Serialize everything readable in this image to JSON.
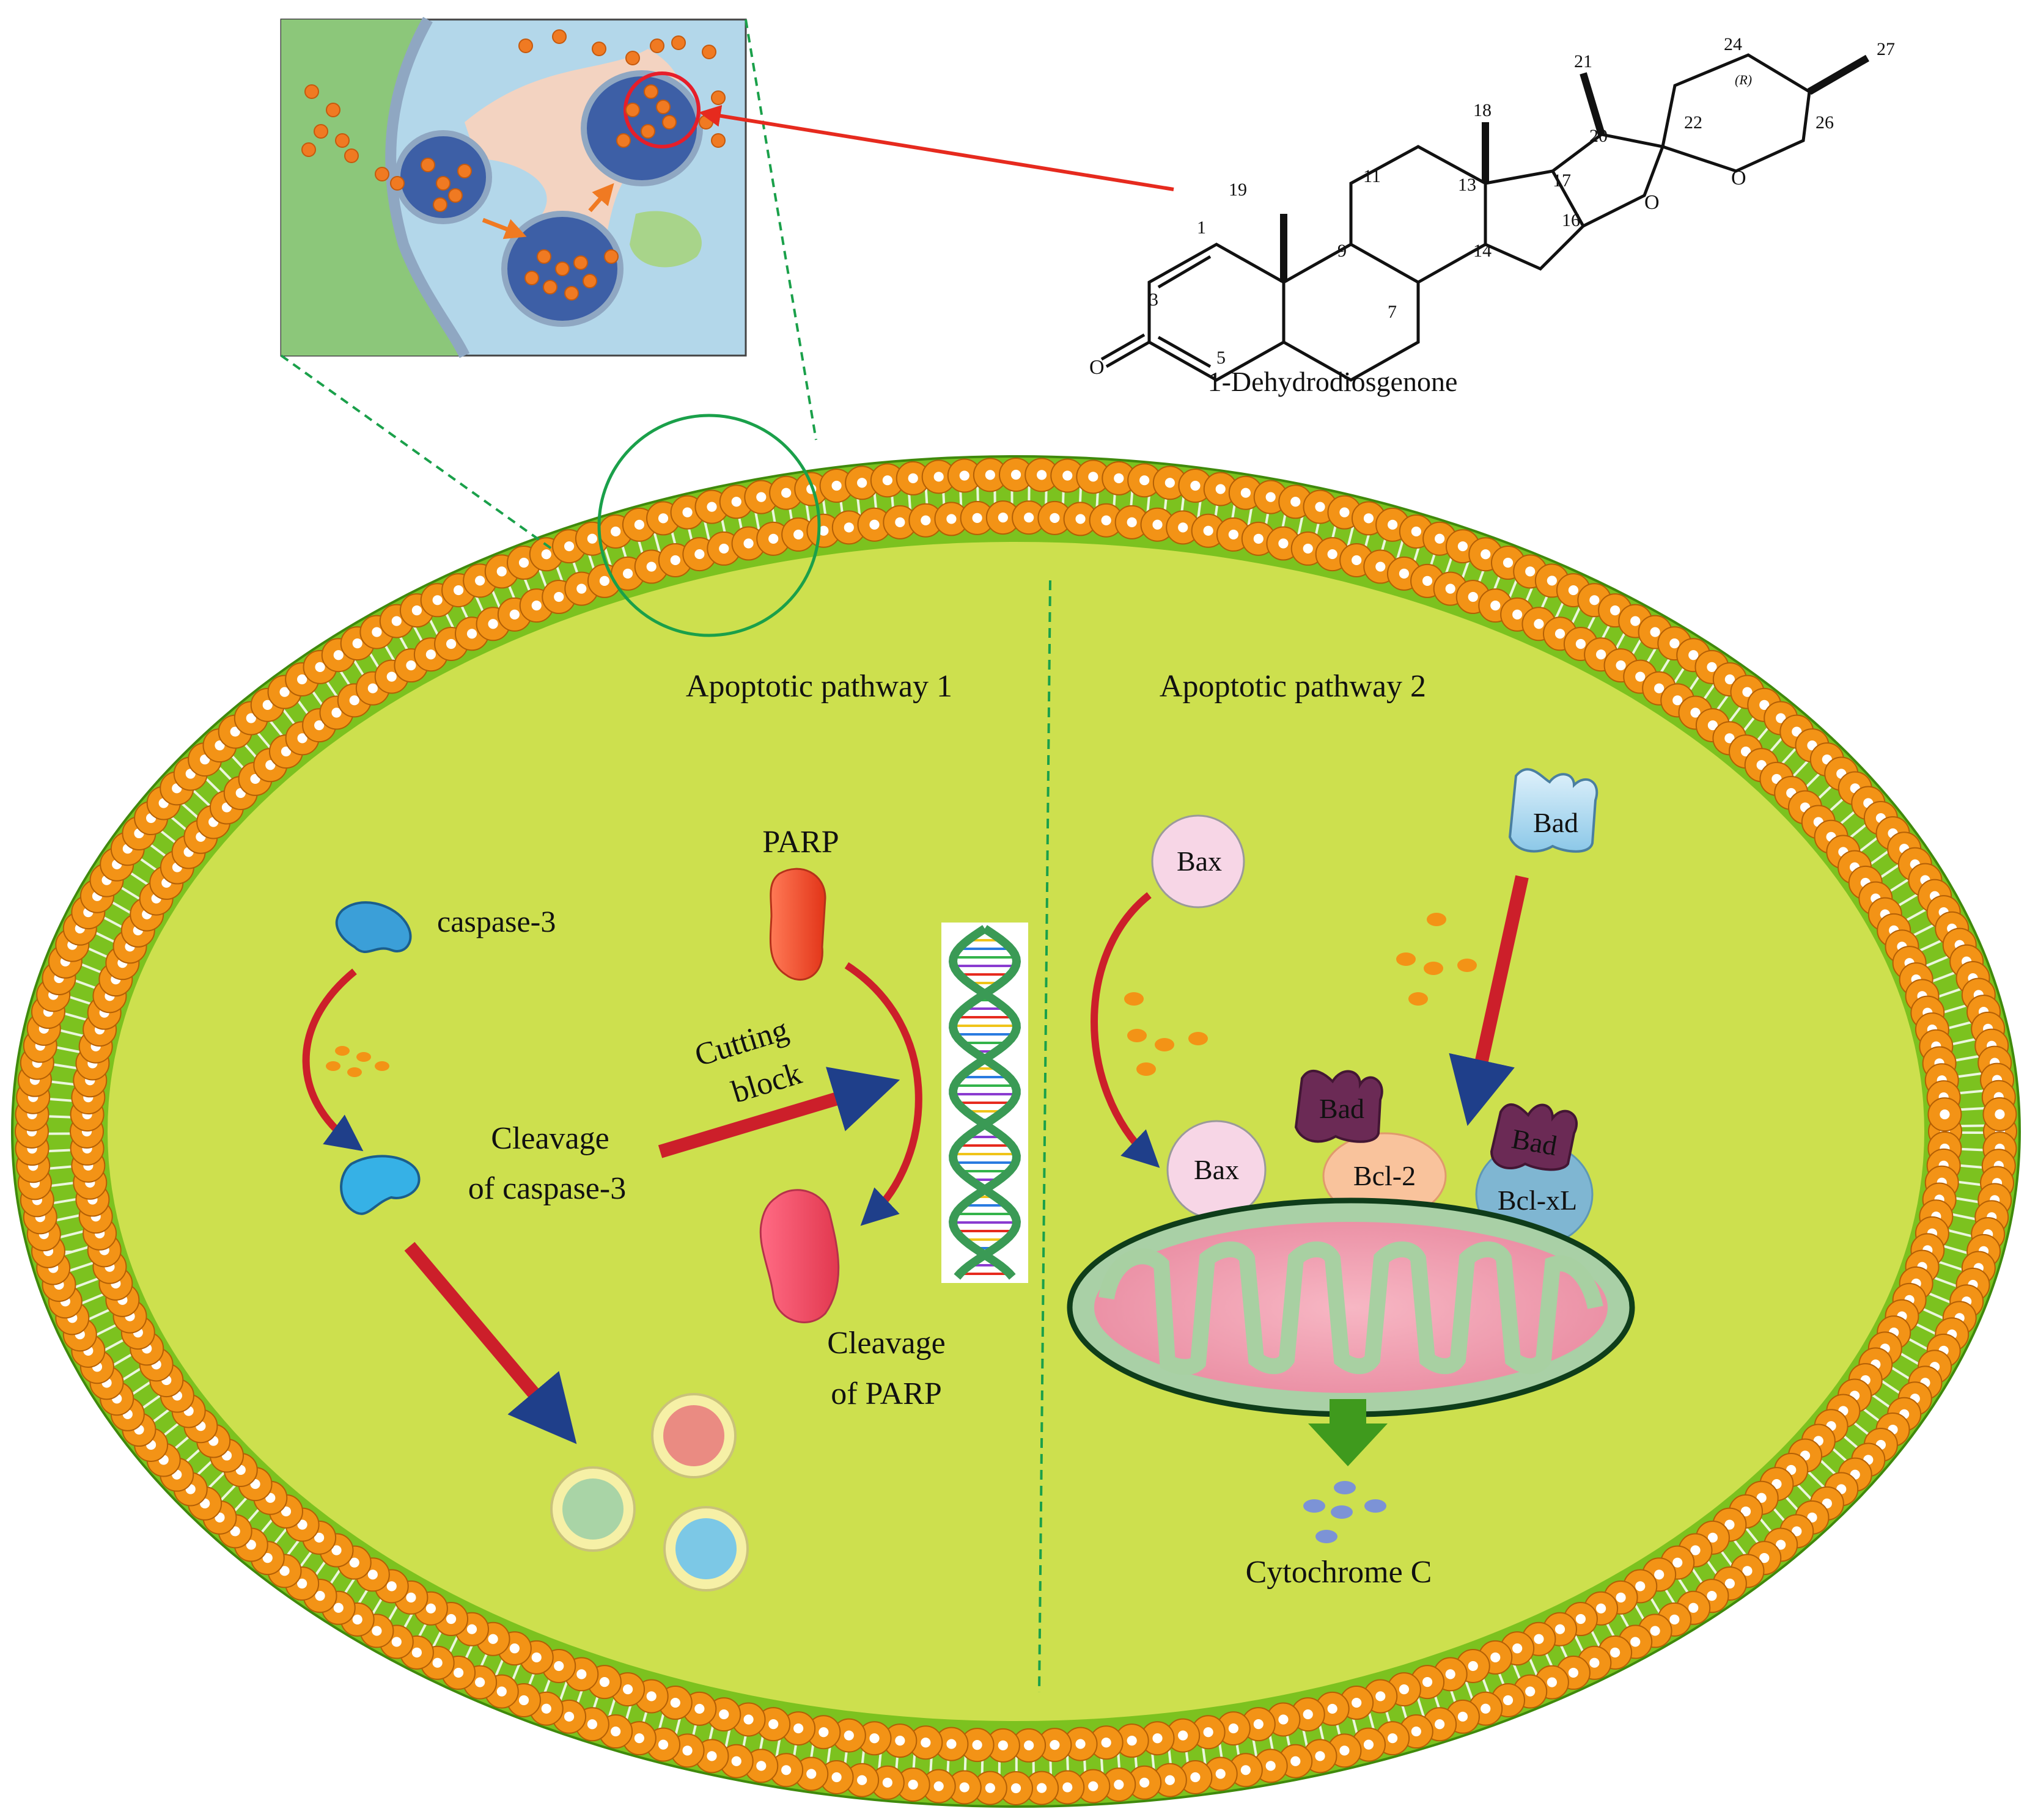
{
  "molecule": {
    "name": "1-Dehydrodiosgenone",
    "locants": [
      "1",
      "3",
      "5",
      "7",
      "9",
      "11",
      "13",
      "14",
      "16",
      "17",
      "18",
      "19",
      "20",
      "21",
      "22",
      "24",
      "26",
      "27"
    ],
    "oxygen": "O",
    "stereo": "(R)"
  },
  "pathway1": {
    "title": "Apoptotic pathway 1",
    "caspase": "caspase-3",
    "cleavage_caspase_l1": "Cleavage",
    "cleavage_caspase_l2": "of caspase-3",
    "parp": "PARP",
    "cutting_l1": "Cutting",
    "cutting_l2": "block",
    "cleavage_parp_l1": "Cleavage",
    "cleavage_parp_l2": "of PARP"
  },
  "pathway2": {
    "title": "Apoptotic pathway 2",
    "bax": "Bax",
    "bad": "Bad",
    "bcl2": "Bcl-2",
    "bclxl": "Bcl-xL",
    "cytochrome": "Cytochrome C"
  },
  "colors": {
    "cytoplasm": "#cde04e",
    "membrane_green": "#7cc21f",
    "bead_orange": "#f39316",
    "red_arrow": "#cc1f2a",
    "dashed_green": "#1aa04a"
  }
}
